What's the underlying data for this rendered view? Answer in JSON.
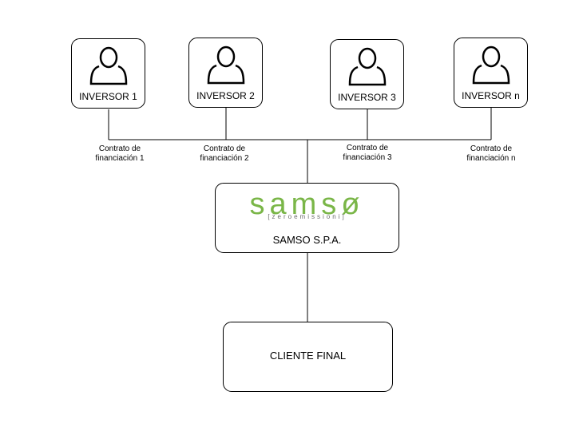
{
  "investors": [
    {
      "label": "INVERSOR 1"
    },
    {
      "label": "INVERSOR 2"
    },
    {
      "label": "INVERSOR 3"
    },
    {
      "label": "INVERSOR n"
    }
  ],
  "contracts": [
    {
      "line1": "Contrato de",
      "line2": "financiación 1"
    },
    {
      "line1": "Contrato de",
      "line2": "financiación 2"
    },
    {
      "line1": "Contrato de",
      "line2": "financiación 3"
    },
    {
      "line1": "Contrato de",
      "line2": "financiación n"
    }
  ],
  "company": {
    "logo_text": "samsø",
    "logo_subtext": "[zeroemissioni]",
    "name": "SAMSO S.P.A.",
    "logo_color": "#7ab648"
  },
  "client": {
    "label": "CLIENTE FINAL"
  },
  "icons": {
    "investor": "person-icon"
  }
}
